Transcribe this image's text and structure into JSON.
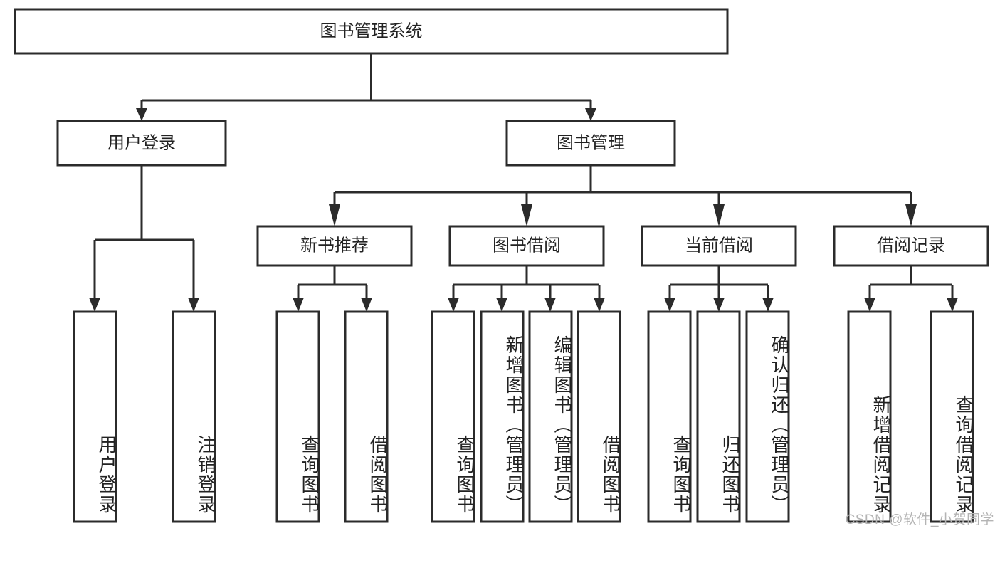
{
  "diagram": {
    "type": "tree",
    "title": "图书管理系统",
    "orientation": "top-down",
    "colors": {
      "box_stroke": "#2b2b2b",
      "box_fill": "#ffffff",
      "text": "#222222",
      "background": "#ffffff",
      "watermark": "#b4b4b4"
    },
    "root": {
      "id": "root",
      "label": "图书管理系统"
    },
    "level1": [
      {
        "id": "user-login",
        "label": "用户登录"
      },
      {
        "id": "book-management",
        "label": "图书管理"
      }
    ],
    "level2": [
      {
        "id": "new-book-recommend",
        "label": "新书推荐",
        "parent": "book-management"
      },
      {
        "id": "book-borrow",
        "label": "图书借阅",
        "parent": "book-management"
      },
      {
        "id": "current-borrow",
        "label": "当前借阅",
        "parent": "book-management"
      },
      {
        "id": "borrow-record",
        "label": "借阅记录",
        "parent": "book-management"
      }
    ],
    "leaves": [
      {
        "id": "leaf-user-login",
        "label": "用户登录",
        "parent": "user-login"
      },
      {
        "id": "leaf-logout-login",
        "label": "注销登录",
        "parent": "user-login"
      },
      {
        "id": "leaf-query-book-1",
        "label": "查询图书",
        "parent": "new-book-recommend"
      },
      {
        "id": "leaf-borrow-book-1",
        "label": "借阅图书",
        "parent": "new-book-recommend"
      },
      {
        "id": "leaf-query-book-2",
        "label": "查询图书",
        "parent": "book-borrow"
      },
      {
        "id": "leaf-add-book",
        "label": "新增图书（管理员）",
        "parent": "book-borrow"
      },
      {
        "id": "leaf-edit-book",
        "label": "编辑图书（管理员）",
        "parent": "book-borrow"
      },
      {
        "id": "leaf-borrow-book-2",
        "label": "借阅图书",
        "parent": "book-borrow"
      },
      {
        "id": "leaf-query-book-3",
        "label": "查询图书",
        "parent": "current-borrow"
      },
      {
        "id": "leaf-return-book",
        "label": "归还图书",
        "parent": "current-borrow"
      },
      {
        "id": "leaf-confirm-return",
        "label": "确认归还（管理员）",
        "parent": "current-borrow"
      },
      {
        "id": "leaf-add-record",
        "label": "新增借阅记录",
        "parent": "borrow-record"
      },
      {
        "id": "leaf-query-record",
        "label": "查询借阅记录",
        "parent": "borrow-record"
      }
    ]
  },
  "watermark": {
    "text": "CSDN @软件_小贺同学"
  }
}
